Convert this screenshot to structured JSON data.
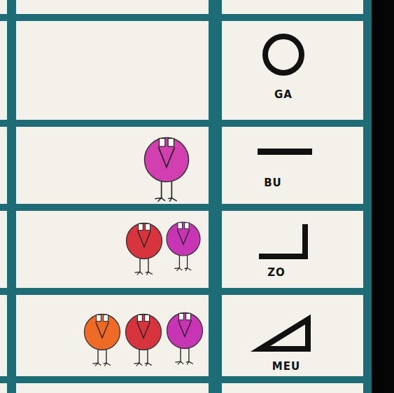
{
  "diagram": {
    "labels": [
      "GA",
      "BU",
      "ZO",
      "MEU"
    ]
  }
}
